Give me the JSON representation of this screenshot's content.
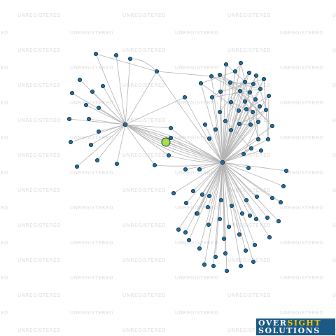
{
  "watermark": {
    "text": "UNREGISTERED"
  },
  "brand": {
    "word1": "OVER",
    "word2": "SIGHT",
    "word3": "SOLUTIONS"
  },
  "colors": {
    "background": "#ffffff",
    "node": "#1f6e9c",
    "node_outline": "#0b2f47",
    "focus_node": "#a8e04a",
    "edge": "#b4b4b4"
  },
  "graph": {
    "hubs": [
      "hub-left",
      "hub-right"
    ],
    "focus_node": "focus",
    "left_cluster_leaf_count": 28,
    "right_cluster_leaf_count": 95
  }
}
